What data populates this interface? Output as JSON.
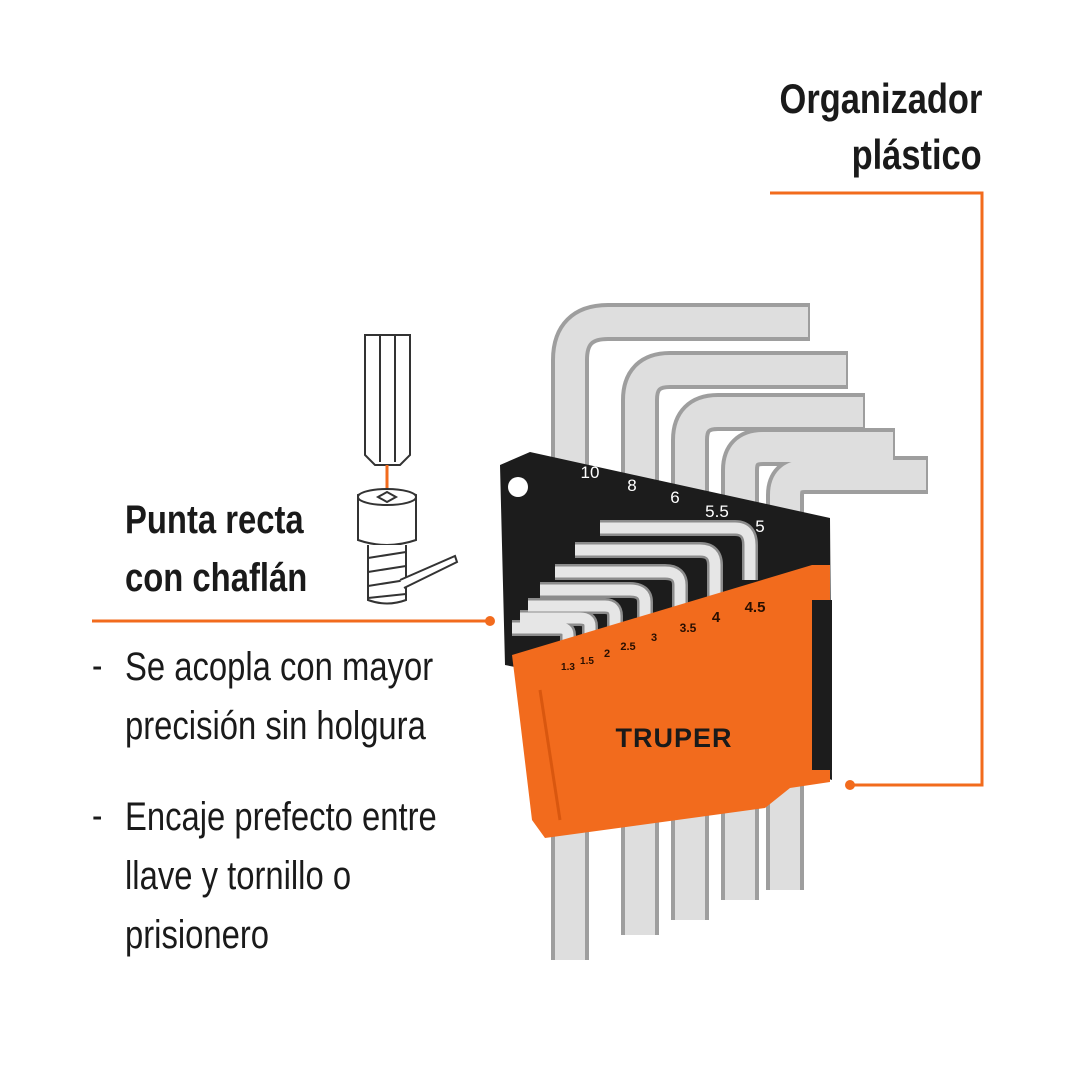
{
  "callouts": {
    "organizer": {
      "line1": "Organizador",
      "line2": "plástico"
    },
    "tip": {
      "line1": "Punta recta",
      "line2": "con chaflán"
    }
  },
  "bullets": [
    {
      "dash": "-",
      "lines": [
        "Se acopla con mayor",
        "precisión sin holgura"
      ]
    },
    {
      "dash": "-",
      "lines": [
        "Encaje prefecto entre",
        "llave y tornillo o",
        "prisionero"
      ]
    }
  ],
  "product": {
    "brand": "TRUPER",
    "sizes_top": [
      "10",
      "8",
      "6",
      "5.5",
      "5"
    ],
    "sizes_bottom": [
      "1.3",
      "1.5",
      "2",
      "2.5",
      "3",
      "3.5",
      "4",
      "4.5"
    ]
  },
  "colors": {
    "accent": "#f26b1d",
    "holder_black": "#1c1c1c",
    "steel": "#d4d4d4",
    "text": "#1a1a1a"
  }
}
